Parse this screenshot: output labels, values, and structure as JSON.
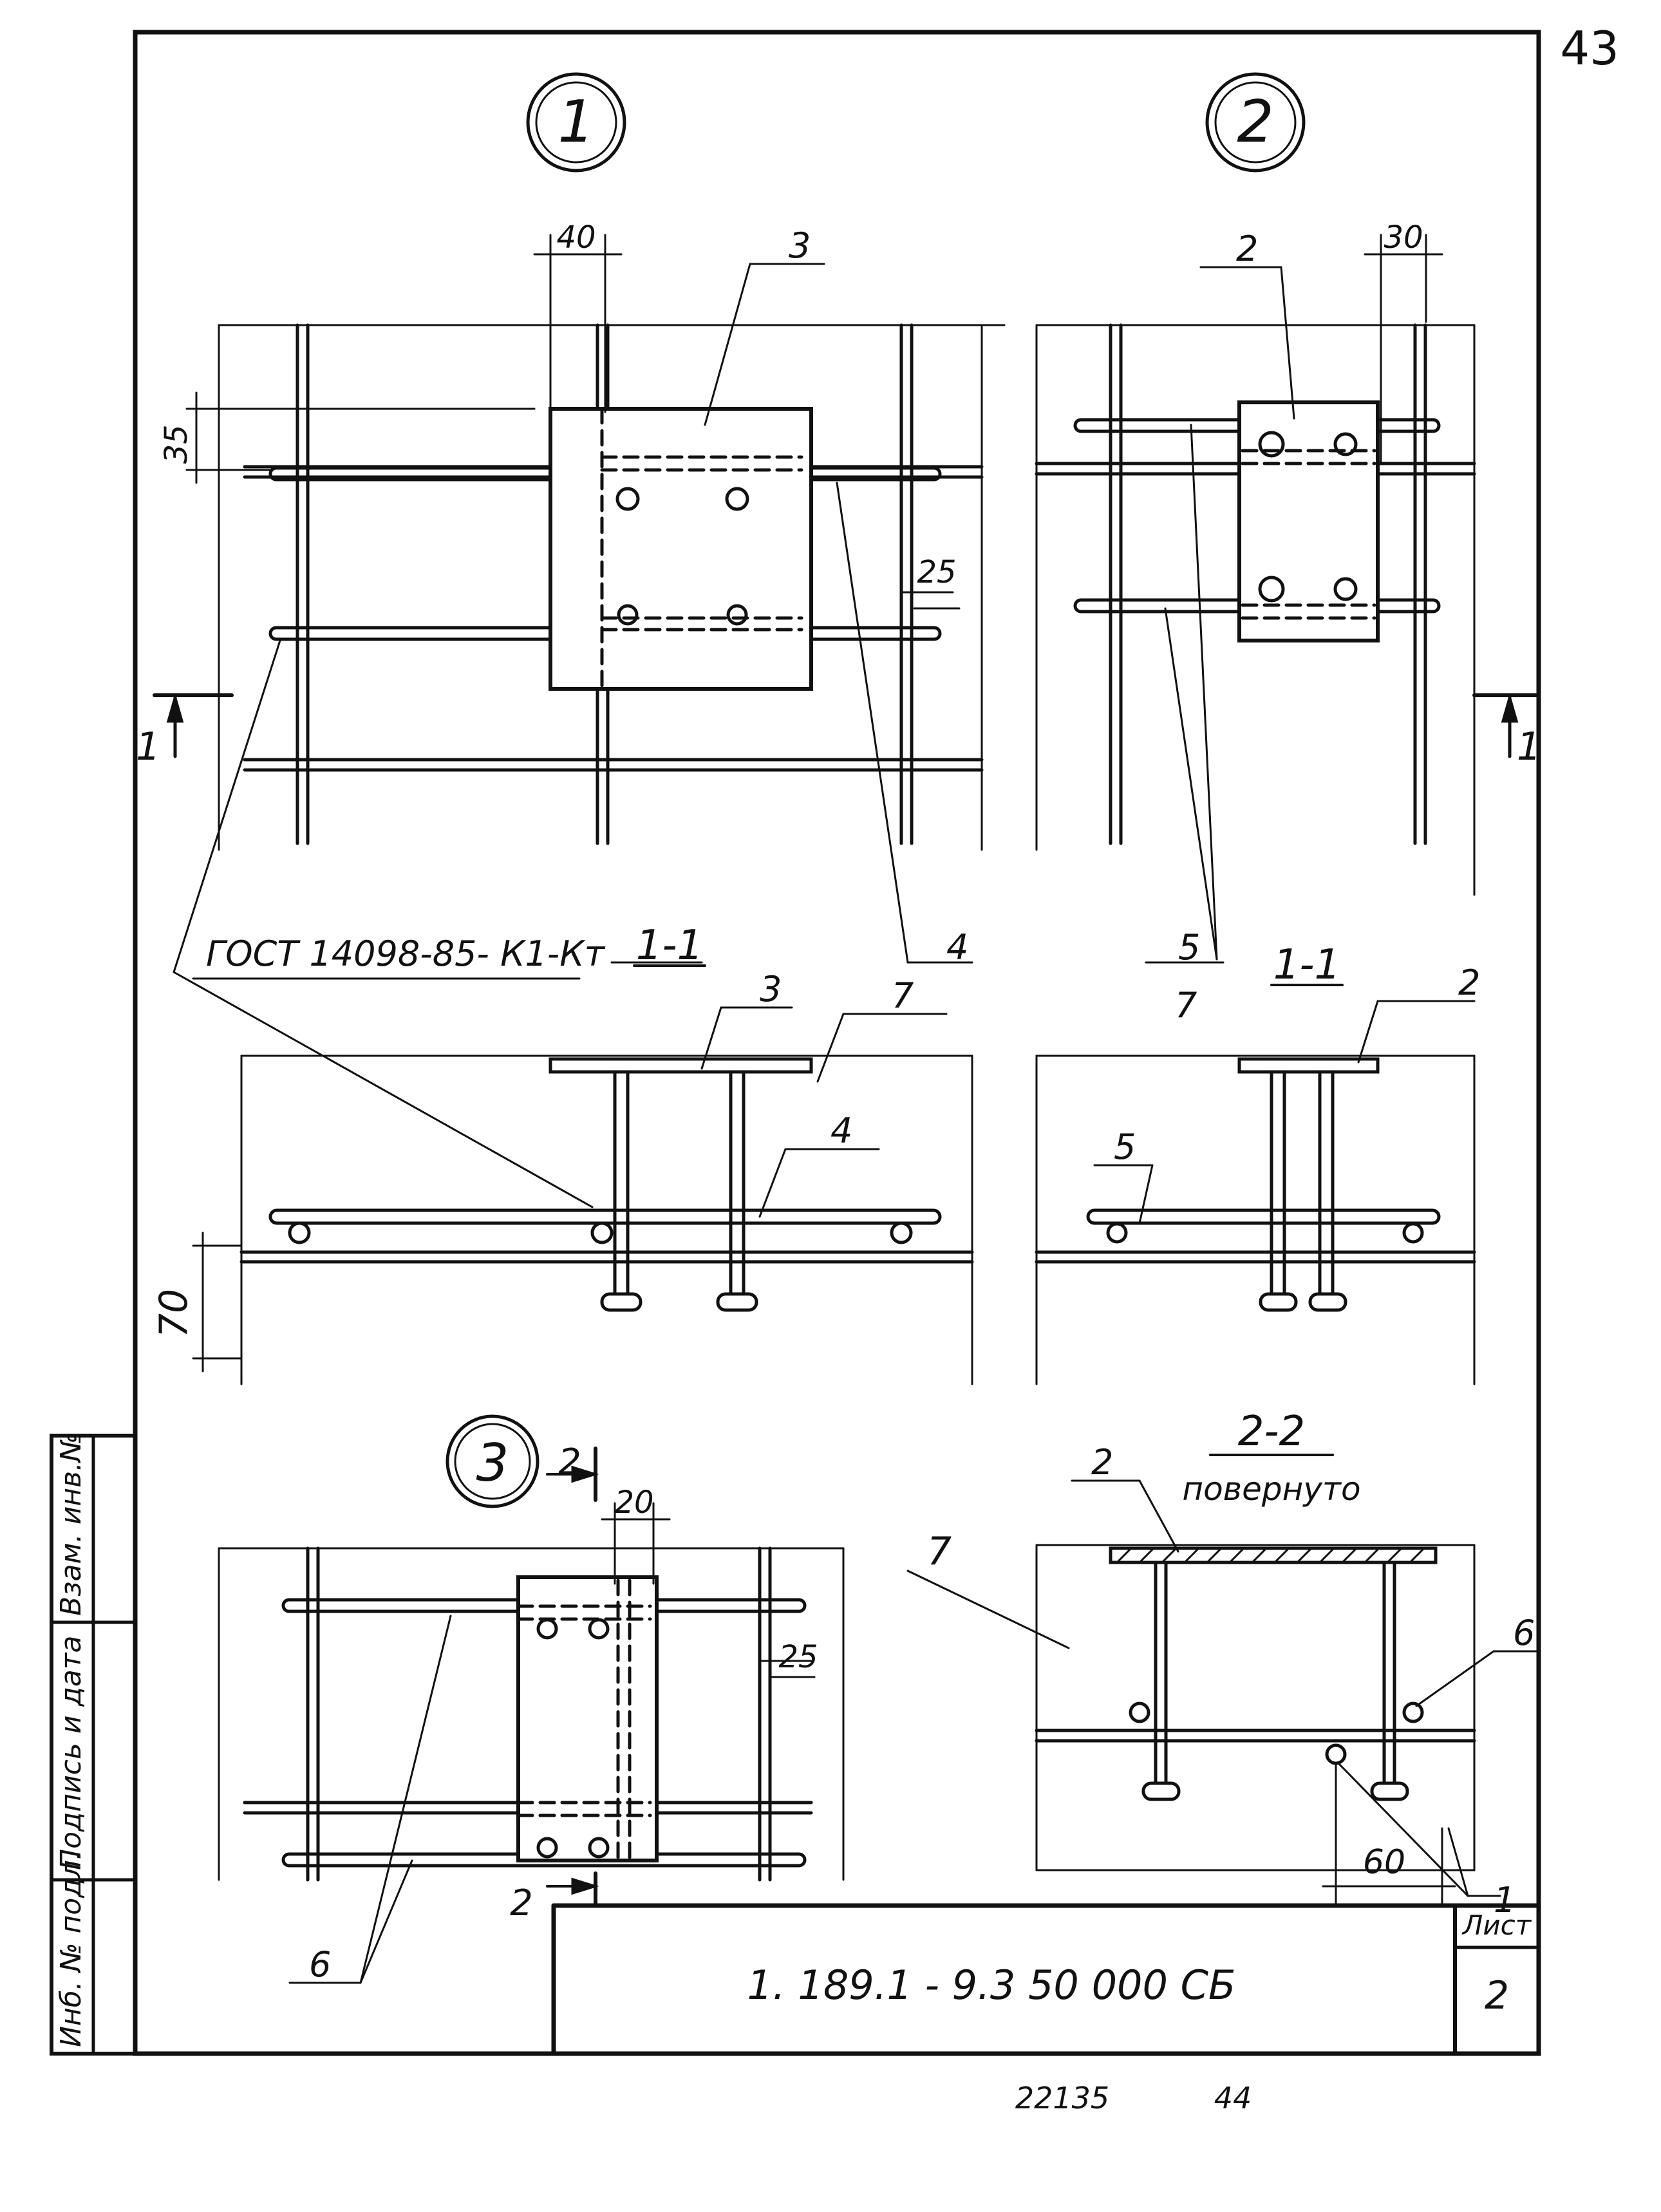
{
  "page_number": "43",
  "sheet_label": "Лист",
  "sheet_number": "2",
  "drawing_code": "1. 189.1 - 9.3   50 000 СБ",
  "bottom_note_1": "22135",
  "bottom_note_2": "44",
  "gost_ref": "ГОСТ 14098-85- К1-Кт",
  "side_stamp": {
    "inv_podl": "Инб. № подл.",
    "podpis_data": "Подпись и дата",
    "vzam_inv": "Взам. инв.№"
  },
  "views": {
    "v1": {
      "circle": "1",
      "dim_top": "40",
      "dim_left": "35",
      "dim_right": "25",
      "section_mark": "1",
      "section_title": "1-1"
    },
    "v2": {
      "circle": "2",
      "dim_top": "30",
      "section_mark": "1",
      "section_title": "1-1"
    },
    "v3": {
      "circle": "3",
      "dim_top": "20",
      "dim_right": "25",
      "section_mark_top": "2",
      "section_mark_bottom": "2"
    },
    "s22": {
      "title": "2-2",
      "subtitle": "повернуто",
      "dim_bottom": "60"
    },
    "s11a": {
      "dim_left": "70"
    }
  },
  "callouts": {
    "p1": "1",
    "p2": "2",
    "p3": "3",
    "p4": "4",
    "p5": "5",
    "p6": "6",
    "p7": "7"
  }
}
